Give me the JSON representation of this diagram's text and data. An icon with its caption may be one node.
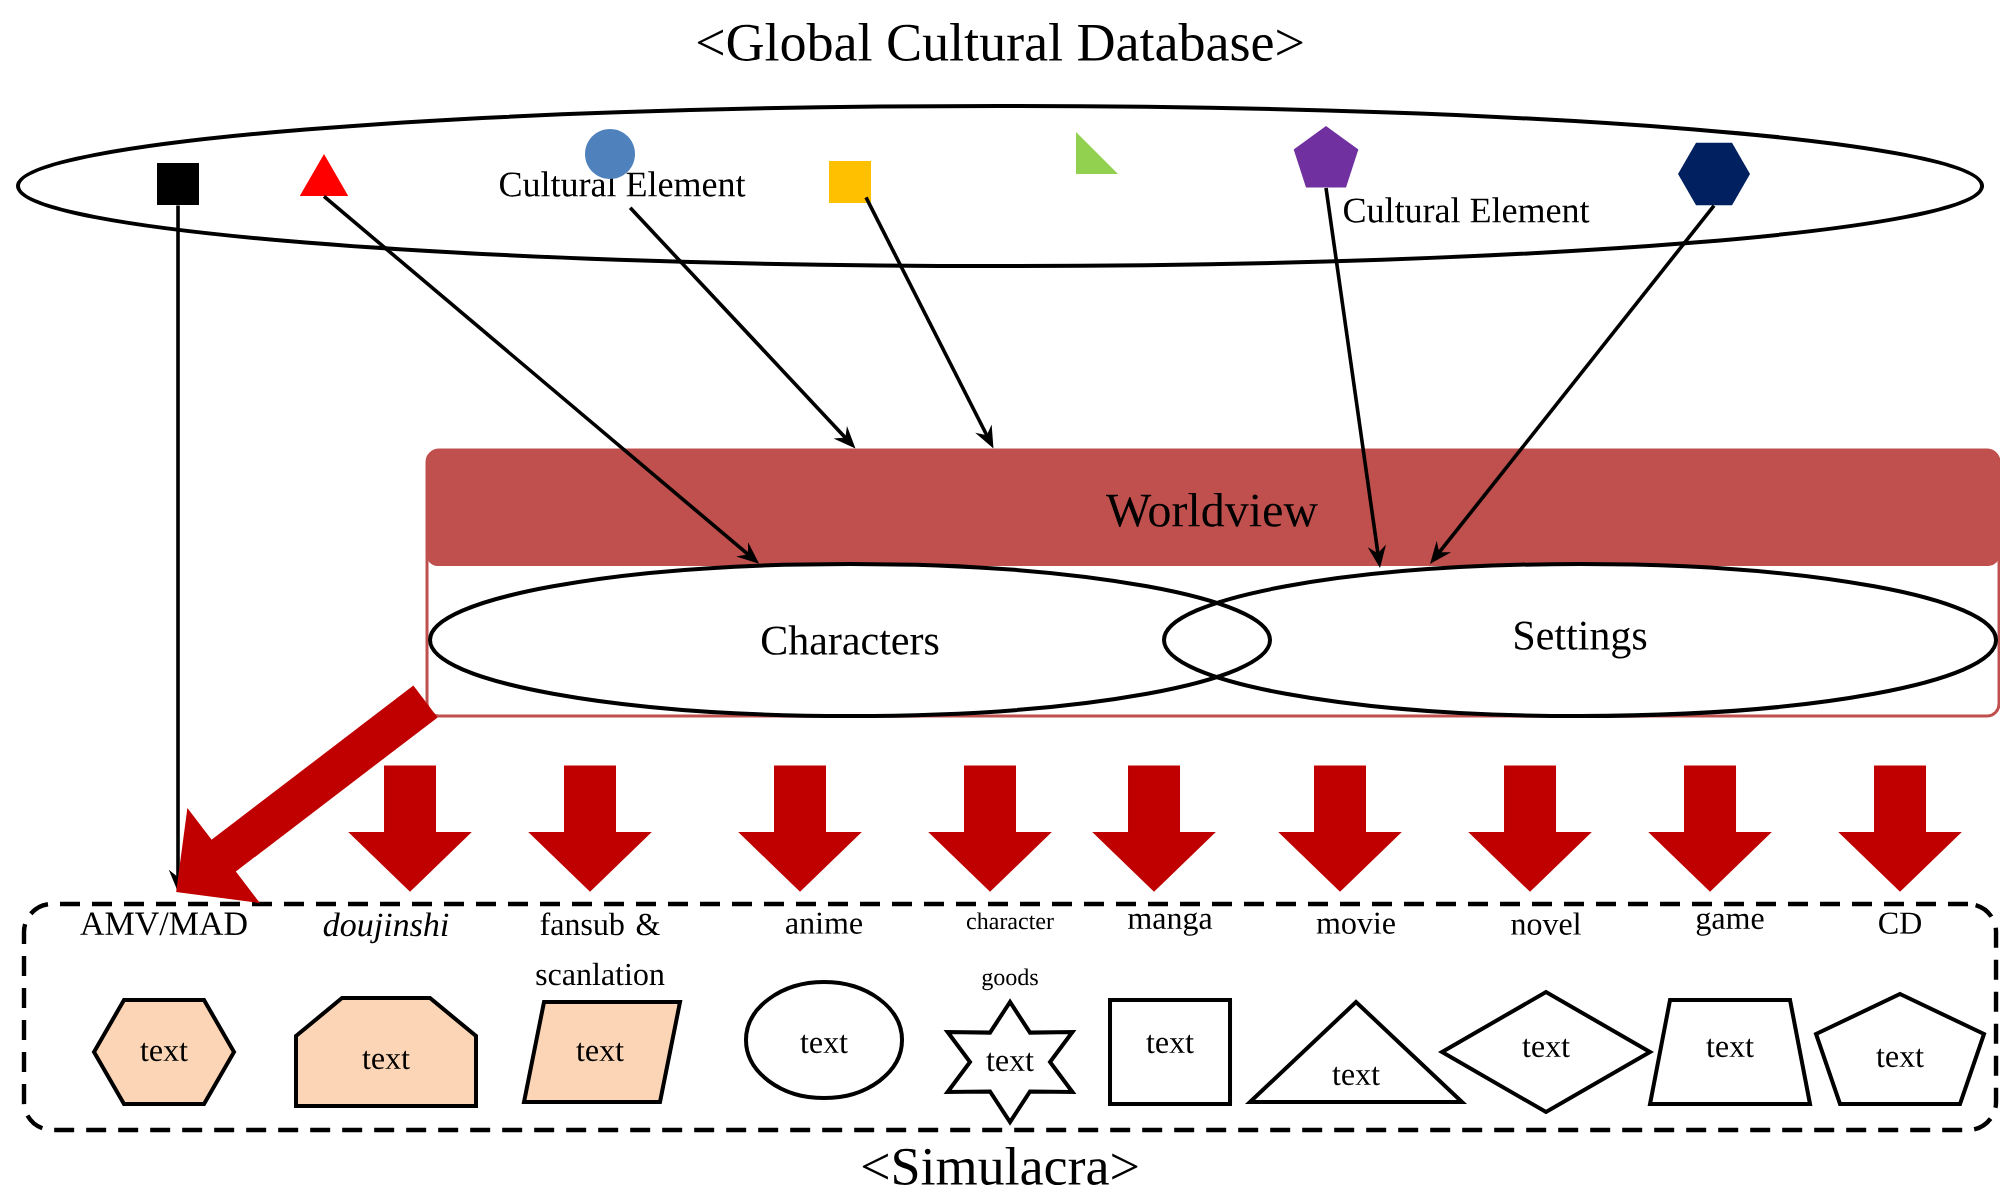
{
  "diagram": {
    "nodes": [
      {
        "text": [
          "<Global Cultural Database>"
        ]
      },
      {
        "text": [],
        "shape": "box",
        "in": 0
      },
      {
        "text": [],
        "shape": "triangle",
        "in": 0
      },
      {
        "text": [
          "Cultural Element"
        ],
        "in": 0
      },
      {
        "text": [],
        "shape": "circle",
        "in": 0
      },
      {
        "text": [],
        "shape": "box",
        "in": 0
      },
      {
        "text": [],
        "shape": "triangle",
        "in": 0
      },
      {
        "text": [],
        "shape": "pentagon",
        "in": 0
      },
      {
        "text": [
          "Cultural Element"
        ],
        "in": 0
      },
      {
        "text": [],
        "shape": "hexagon",
        "in": 0
      },
      {
        "text": [
          "Worldview"
        ]
      },
      {
        "text": [
          "Characters"
        ],
        "in": 10
      },
      {
        "text": [
          "Settings"
        ],
        "in": 10
      },
      {
        "text": [
          "<Simulacra>"
        ]
      },
      {
        "text": [
          "AMV/MAD",
          "text"
        ],
        "in": 13
      },
      {
        "text": [
          "doujinshi",
          "text"
        ],
        "in": 13
      },
      {
        "text": [
          "fansub & scanlation",
          "text"
        ],
        "in": 13
      },
      {
        "text": [
          "anime",
          "text"
        ],
        "in": 13
      },
      {
        "text": [
          "character goods",
          "text"
        ],
        "in": 13
      },
      {
        "text": [
          "manga",
          "text"
        ],
        "in": 13
      },
      {
        "text": [
          "movie",
          "text"
        ],
        "in": 13
      },
      {
        "text": [
          "novel",
          "text"
        ],
        "in": 13
      },
      {
        "text": [
          "game",
          "text"
        ],
        "in": 13
      },
      {
        "text": [
          "CD",
          "text"
        ],
        "in": 13
      }
    ],
    "edges": [
      {
        "from": 1,
        "to": 14,
        "arrow": "to",
        "color": "#000000"
      },
      {
        "from": 2,
        "to": 11,
        "arrow": "to",
        "color": "#000000"
      },
      {
        "from": 3,
        "to": 10,
        "arrow": "to",
        "color": "#000000"
      },
      {
        "from": 5,
        "to": 10,
        "arrow": "to",
        "color": "#000000"
      },
      {
        "from": 7,
        "to": 12,
        "arrow": "to",
        "color": "#000000"
      },
      {
        "from": 9,
        "to": 12,
        "arrow": "to",
        "color": "#000000"
      },
      {
        "from": 10,
        "to": 14,
        "arrow": "to"
      },
      {
        "from": 10,
        "to": 15,
        "arrow": "to"
      },
      {
        "from": 10,
        "to": 16,
        "arrow": "to"
      },
      {
        "from": 10,
        "to": 17,
        "arrow": "to"
      },
      {
        "from": 10,
        "to": 18,
        "arrow": "to"
      },
      {
        "from": 10,
        "to": 19,
        "arrow": "to"
      },
      {
        "from": 10,
        "to": 20,
        "arrow": "to"
      },
      {
        "from": 10,
        "to": 21,
        "arrow": "to"
      },
      {
        "from": 10,
        "to": 22,
        "arrow": "to"
      },
      {
        "from": 10,
        "to": 23,
        "arrow": "to"
      }
    ]
  }
}
